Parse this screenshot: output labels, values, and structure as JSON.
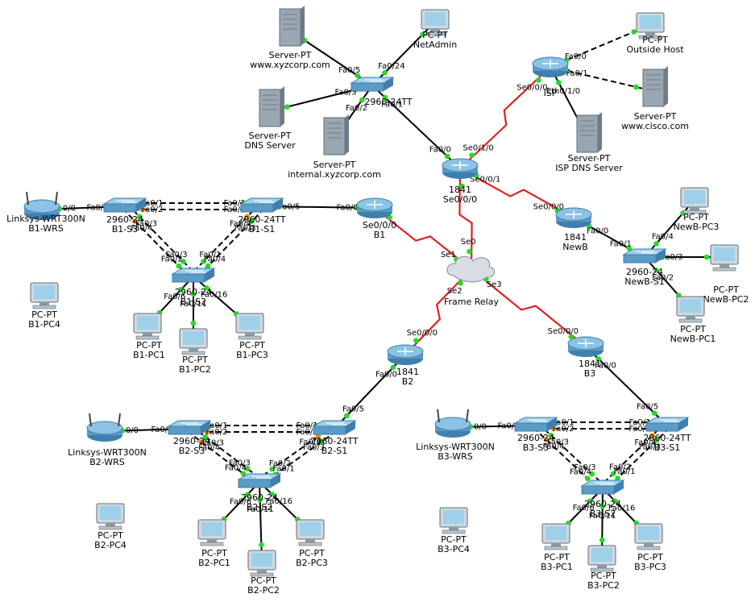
{
  "diagram": {
    "colors": {
      "ethernet": "#000000",
      "serial": "#e02020",
      "link_up": "#22dd22",
      "link_blocked": "#ff8800",
      "device_blue": "#5b9bc6",
      "server_gray": "#8c9aa6"
    },
    "devices": [
      {
        "id": "srv-www",
        "kind": "server",
        "labels": [
          "Server-PT",
          "www.xyzcorp.com"
        ]
      },
      {
        "id": "pc-netadmin",
        "kind": "pc",
        "labels": [
          "PC-PT",
          "NetAdmin"
        ]
      },
      {
        "id": "srv-dns",
        "kind": "server",
        "labels": [
          "Server-PT",
          "DNS Server"
        ]
      },
      {
        "id": "srv-internal",
        "kind": "server",
        "labels": [
          "Server-PT",
          "internal.xyzcorp.com"
        ]
      },
      {
        "id": "sw-hq",
        "kind": "switch",
        "labels": [
          "2960-24TT"
        ]
      },
      {
        "id": "r-hq",
        "kind": "router",
        "labels": [
          "1841",
          "Se0/0/0"
        ]
      },
      {
        "id": "r-isp",
        "kind": "router",
        "labels": [
          "ISP"
        ]
      },
      {
        "id": "pc-outside",
        "kind": "pc",
        "labels": [
          "PC-PT",
          "Outside Host"
        ]
      },
      {
        "id": "srv-cisco",
        "kind": "server",
        "labels": [
          "Server-PT",
          "www.cisco.com"
        ]
      },
      {
        "id": "srv-ispdns",
        "kind": "server",
        "labels": [
          "Server-PT",
          "ISP DNS Server"
        ]
      },
      {
        "id": "r-newb",
        "kind": "router",
        "labels": [
          "1841",
          "NewB"
        ]
      },
      {
        "id": "sw-newb-s1",
        "kind": "switch",
        "labels": [
          "2960-24",
          "NewB-S1"
        ]
      },
      {
        "id": "pc-newb-pc3",
        "kind": "pc",
        "labels": [
          "PC-PT",
          "NewB-PC3"
        ]
      },
      {
        "id": "pc-newb-pc2",
        "kind": "pc",
        "labels": [
          "PC-PT",
          "NewB-PC2"
        ]
      },
      {
        "id": "pc-newb-pc1",
        "kind": "pc",
        "labels": [
          "PC-PT",
          "NewB-PC1"
        ]
      },
      {
        "id": "frame-relay",
        "kind": "cloud",
        "labels": [
          "Frame Relay"
        ]
      },
      {
        "id": "r-b1",
        "kind": "router",
        "labels": [
          "Se0/0/0",
          "B1"
        ]
      },
      {
        "id": "wrs-b1",
        "kind": "wireless",
        "labels": [
          "Linksys-WRT300N",
          "B1-WRS"
        ]
      },
      {
        "id": "sw-b1-s3",
        "kind": "switch",
        "labels": [
          "2960-24",
          "B1-S3"
        ]
      },
      {
        "id": "sw-b1-s1",
        "kind": "switch",
        "labels": [
          "2960-24TT",
          "B1-S1"
        ]
      },
      {
        "id": "sw-b1-s2",
        "kind": "switch",
        "labels": [
          "2960-24",
          "B1-S2"
        ]
      },
      {
        "id": "pc-b1-pc4",
        "kind": "pc",
        "labels": [
          "PC-PT",
          "B1-PC4"
        ]
      },
      {
        "id": "pc-b1-pc1",
        "kind": "pc",
        "labels": [
          "PC-PT",
          "B1-PC1"
        ]
      },
      {
        "id": "pc-b1-pc2",
        "kind": "pc",
        "labels": [
          "PC-PT",
          "B1-PC2"
        ]
      },
      {
        "id": "pc-b1-pc3",
        "kind": "pc",
        "labels": [
          "PC-PT",
          "B1-PC3"
        ]
      },
      {
        "id": "r-b2",
        "kind": "router",
        "labels": [
          "1841",
          "B2"
        ]
      },
      {
        "id": "wrs-b2",
        "kind": "wireless",
        "labels": [
          "Linksys-WRT300N",
          "B2-WRS"
        ]
      },
      {
        "id": "sw-b2-s3",
        "kind": "switch",
        "labels": [
          "2960-24",
          "B2-S3"
        ]
      },
      {
        "id": "sw-b2-s1",
        "kind": "switch",
        "labels": [
          "2960-24TT",
          "B2-S1"
        ]
      },
      {
        "id": "sw-b2-s2",
        "kind": "switch",
        "labels": [
          "2960-24",
          "B2-S2"
        ]
      },
      {
        "id": "pc-b2-pc4",
        "kind": "pc",
        "labels": [
          "PC-PT",
          "B2-PC4"
        ]
      },
      {
        "id": "pc-b2-pc1",
        "kind": "pc",
        "labels": [
          "PC-PT",
          "B2-PC1"
        ]
      },
      {
        "id": "pc-b2-pc2",
        "kind": "pc",
        "labels": [
          "PC-PT",
          "B2-PC2"
        ]
      },
      {
        "id": "pc-b2-pc3",
        "kind": "pc",
        "labels": [
          "PC-PT",
          "B2-PC3"
        ]
      },
      {
        "id": "r-b3",
        "kind": "router",
        "labels": [
          "1841",
          "B3"
        ]
      },
      {
        "id": "wrs-b3",
        "kind": "wireless",
        "labels": [
          "Linksys-WRT300N",
          "B3-WRS"
        ]
      },
      {
        "id": "sw-b3-s3",
        "kind": "switch",
        "labels": [
          "2960-24",
          "B3-S3"
        ]
      },
      {
        "id": "sw-b3-s1",
        "kind": "switch",
        "labels": [
          "2960-24TT",
          "B3-S1"
        ]
      },
      {
        "id": "sw-b3-s2",
        "kind": "switch",
        "labels": [
          "2960-24",
          "B3-S2"
        ]
      },
      {
        "id": "pc-b3-pc4",
        "kind": "pc",
        "labels": [
          "PC-PT",
          "B3-PC4"
        ]
      },
      {
        "id": "pc-b3-pc1",
        "kind": "pc",
        "labels": [
          "PC-PT",
          "B3-PC1"
        ]
      },
      {
        "id": "pc-b3-pc2",
        "kind": "pc",
        "labels": [
          "PC-PT",
          "B3-PC2"
        ]
      },
      {
        "id": "pc-b3-pc3",
        "kind": "pc",
        "labels": [
          "PC-PT",
          "B3-PC3"
        ]
      }
    ],
    "links": [
      {
        "a": "srv-www",
        "b": "sw-hq",
        "type": "ethernet",
        "a_port": "",
        "b_port": "Fa0/5"
      },
      {
        "a": "pc-netadmin",
        "b": "sw-hq",
        "type": "ethernet",
        "a_port": "",
        "b_port": "Fa0/24"
      },
      {
        "a": "srv-dns",
        "b": "sw-hq",
        "type": "ethernet",
        "a_port": "",
        "b_port": "Fa0/3"
      },
      {
        "a": "srv-internal",
        "b": "sw-hq",
        "type": "ethernet",
        "a_port": "",
        "b_port": "Fa0/2"
      },
      {
        "a": "sw-hq",
        "b": "r-hq",
        "type": "ethernet",
        "a_port": "Fa0/1",
        "b_port": "Fa0/0"
      },
      {
        "a": "r-hq",
        "b": "r-isp",
        "type": "serial",
        "a_port": "Se0/1/0",
        "b_port": "Se0/0/0"
      },
      {
        "a": "r-isp",
        "b": "pc-outside",
        "type": "crossover",
        "a_port": "Fa0/0",
        "b_port": ""
      },
      {
        "a": "r-isp",
        "b": "srv-cisco",
        "type": "crossover",
        "a_port": "Fa0/1",
        "b_port": ""
      },
      {
        "a": "r-isp",
        "b": "srv-ispdns",
        "type": "ethernet",
        "a_port": "Eth0/1/0",
        "b_port": ""
      },
      {
        "a": "r-hq",
        "b": "r-newb",
        "type": "serial",
        "a_port": "Se0/0/1",
        "b_port": "Se0/0/0"
      },
      {
        "a": "r-hq",
        "b": "frame-relay",
        "type": "serial",
        "a_port": "",
        "b_port": "Se0"
      },
      {
        "a": "r-newb",
        "b": "sw-newb-s1",
        "type": "ethernet",
        "a_port": "Fa0/0",
        "b_port": "Fa0/1"
      },
      {
        "a": "sw-newb-s1",
        "b": "pc-newb-pc3",
        "type": "ethernet",
        "a_port": "Fa0/4",
        "b_port": ""
      },
      {
        "a": "sw-newb-s1",
        "b": "pc-newb-pc2",
        "type": "ethernet",
        "a_port": "Fa0/3",
        "b_port": ""
      },
      {
        "a": "sw-newb-s1",
        "b": "pc-newb-pc1",
        "type": "ethernet",
        "a_port": "Fa0/2",
        "b_port": ""
      },
      {
        "a": "r-b1",
        "b": "frame-relay",
        "type": "serial",
        "a_port": "",
        "b_port": "Se1"
      },
      {
        "a": "r-b2",
        "b": "frame-relay",
        "type": "serial",
        "a_port": "Se0/0/0",
        "b_port": "Se2"
      },
      {
        "a": "r-b3",
        "b": "frame-relay",
        "type": "serial",
        "a_port": "Se0/0/0",
        "b_port": "Se3"
      },
      {
        "a": "wrs-b1",
        "b": "sw-b1-s3",
        "type": "ethernet",
        "a_port": "0/0",
        "b_port": "Fa0/7"
      },
      {
        "a": "sw-b1-s3",
        "b": "sw-b1-s1",
        "type": "crossover",
        "a_port": "Fa0/1",
        "b_port": "Fa0/1"
      },
      {
        "a": "sw-b1-s3",
        "b": "sw-b1-s1",
        "type": "crossover",
        "a_port": "Fa0/2",
        "b_port": "Fa0/2"
      },
      {
        "a": "sw-b1-s1",
        "b": "r-b1",
        "type": "ethernet",
        "a_port": "Fa0/5",
        "b_port": "Fa0/0"
      },
      {
        "a": "sw-b1-s3",
        "b": "sw-b1-s2",
        "type": "crossover",
        "a_port": "Fa0/3",
        "b_port": "Fa0/3"
      },
      {
        "a": "sw-b1-s3",
        "b": "sw-b1-s2",
        "type": "crossover",
        "a_port": "Fa0/4",
        "b_port": "Fa0/2"
      },
      {
        "a": "sw-b1-s1",
        "b": "sw-b1-s2",
        "type": "crossover",
        "a_port": "Fa0/3",
        "b_port": "Fa0/4"
      },
      {
        "a": "sw-b1-s1",
        "b": "sw-b1-s2",
        "type": "crossover",
        "a_port": "Fa0/4",
        "b_port": "Fa0/1"
      },
      {
        "a": "sw-b1-s2",
        "b": "pc-b1-pc1",
        "type": "ethernet",
        "a_port": "Fa0/6",
        "b_port": ""
      },
      {
        "a": "sw-b1-s2",
        "b": "pc-b1-pc2",
        "type": "ethernet",
        "a_port": "Fa0/11",
        "b_port": ""
      },
      {
        "a": "sw-b1-s2",
        "b": "pc-b1-pc3",
        "type": "ethernet",
        "a_port": "Fa0/16",
        "b_port": ""
      },
      {
        "a": "wrs-b2",
        "b": "sw-b2-s3",
        "type": "ethernet",
        "a_port": "0/0",
        "b_port": "Fa0/7"
      },
      {
        "a": "sw-b2-s3",
        "b": "sw-b2-s1",
        "type": "crossover",
        "a_port": "Fa0/1",
        "b_port": "Fa0/1"
      },
      {
        "a": "sw-b2-s3",
        "b": "sw-b2-s1",
        "type": "crossover",
        "a_port": "Fa0/2",
        "b_port": "Fa0/2"
      },
      {
        "a": "sw-b2-s1",
        "b": "r-b2",
        "type": "ethernet",
        "a_port": "Fa0/5",
        "b_port": "Fa0/0"
      },
      {
        "a": "sw-b2-s3",
        "b": "sw-b2-s2",
        "type": "crossover",
        "a_port": "Fa0/3",
        "b_port": "Fa0/3"
      },
      {
        "a": "sw-b2-s3",
        "b": "sw-b2-s2",
        "type": "crossover",
        "a_port": "Fa0/4",
        "b_port": "Fa0/4"
      },
      {
        "a": "sw-b2-s1",
        "b": "sw-b2-s2",
        "type": "crossover",
        "a_port": "Fa0/3",
        "b_port": "Fa0/1"
      },
      {
        "a": "sw-b2-s1",
        "b": "sw-b2-s2",
        "type": "crossover",
        "a_port": "Fa0/4",
        "b_port": "Fa0/2"
      },
      {
        "a": "sw-b2-s2",
        "b": "pc-b2-pc1",
        "type": "ethernet",
        "a_port": "Fa0/6",
        "b_port": ""
      },
      {
        "a": "sw-b2-s2",
        "b": "pc-b2-pc2",
        "type": "ethernet",
        "a_port": "Fa0/11",
        "b_port": ""
      },
      {
        "a": "sw-b2-s2",
        "b": "pc-b2-pc3",
        "type": "ethernet",
        "a_port": "Fa0/16",
        "b_port": ""
      },
      {
        "a": "r-b3",
        "b": "sw-b3-s1",
        "type": "ethernet",
        "a_port": "Fa0/0",
        "b_port": "Fa0/5"
      },
      {
        "a": "wrs-b3",
        "b": "sw-b3-s3",
        "type": "ethernet",
        "a_port": "0/0",
        "b_port": "Fa0/7"
      },
      {
        "a": "sw-b3-s3",
        "b": "sw-b3-s1",
        "type": "crossover",
        "a_port": "Fa0/1",
        "b_port": "Fa0/1"
      },
      {
        "a": "sw-b3-s3",
        "b": "sw-b3-s1",
        "type": "crossover",
        "a_port": "Fa0/2",
        "b_port": "Fa0/2"
      },
      {
        "a": "sw-b3-s3",
        "b": "sw-b3-s2",
        "type": "crossover",
        "a_port": "Fa0/3",
        "b_port": "Fa0/3"
      },
      {
        "a": "sw-b3-s3",
        "b": "sw-b3-s2",
        "type": "crossover",
        "a_port": "Fa0/4",
        "b_port": "Fa0/4"
      },
      {
        "a": "sw-b3-s1",
        "b": "sw-b3-s2",
        "type": "crossover",
        "a_port": "Fa0/3",
        "b_port": "Fa0/1"
      },
      {
        "a": "sw-b3-s1",
        "b": "sw-b3-s2",
        "type": "crossover",
        "a_port": "Fa0/4",
        "b_port": "Fa0/2"
      },
      {
        "a": "sw-b3-s2",
        "b": "pc-b3-pc1",
        "type": "ethernet",
        "a_port": "Fa0/6",
        "b_port": ""
      },
      {
        "a": "sw-b3-s2",
        "b": "pc-b3-pc2",
        "type": "ethernet",
        "a_port": "Fa0/11",
        "b_port": ""
      },
      {
        "a": "sw-b3-s2",
        "b": "pc-b3-pc3",
        "type": "ethernet",
        "a_port": "Fa0/16",
        "b_port": ""
      }
    ]
  }
}
